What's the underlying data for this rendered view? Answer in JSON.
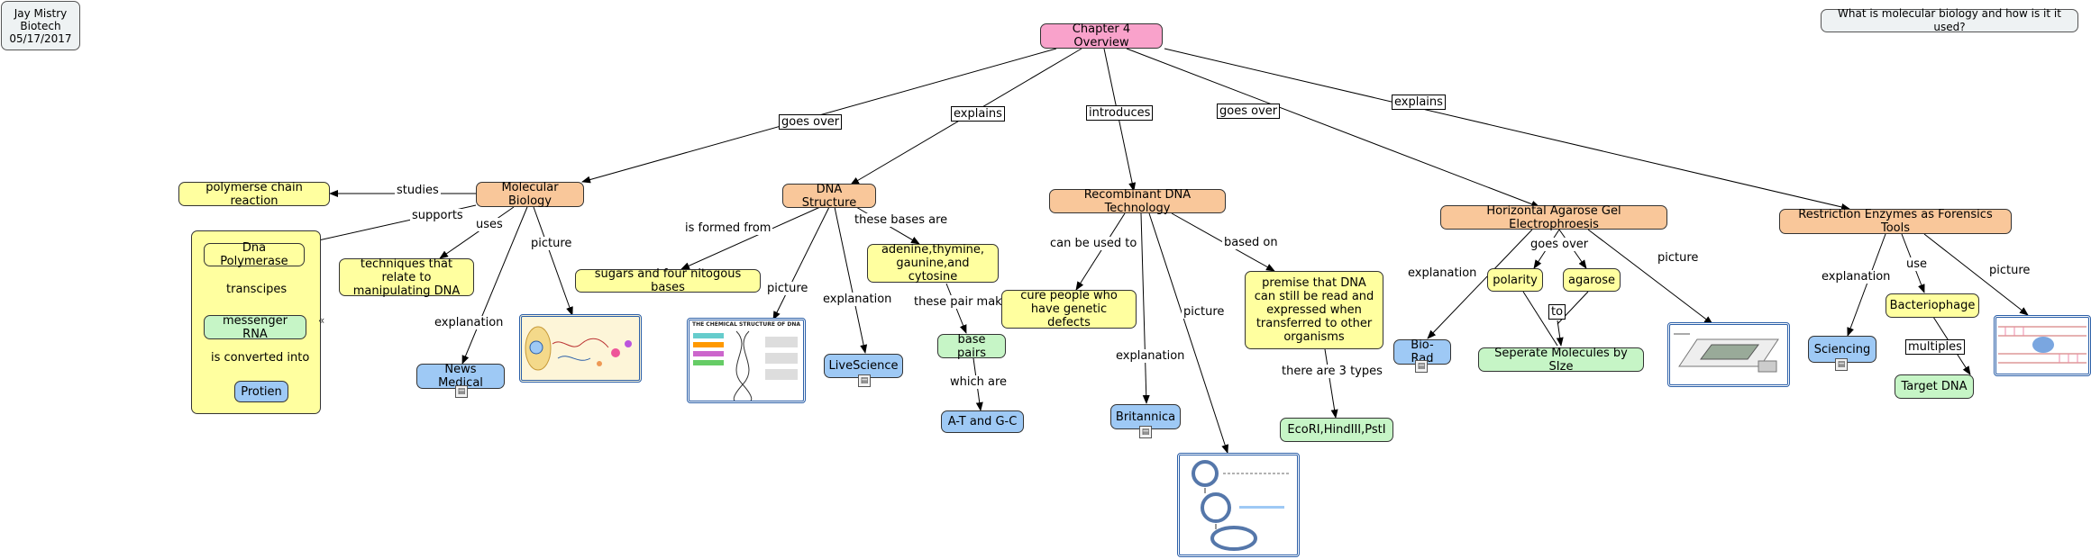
{
  "info": {
    "author": "Jay Mistry",
    "course": "Biotech",
    "date": "05/17/2017",
    "question": "What is molecular biology and how is it it used?"
  },
  "nodes": {
    "overview": "Chapter 4 Overview",
    "molbio": "Molecular Biology",
    "pcr": "polymerse chain reaction",
    "dnapol": "Dna Polymerase",
    "mrna": "messenger RNA",
    "protein": "Protien",
    "techniques": "techniques that relate to manipulating DNA",
    "newsmed": "News Medical",
    "dnastruct": "DNA Structure",
    "sugars": "sugars and four nitogous bases",
    "bases": "adenine,thymine, gaunine,and cytosine",
    "basepairs": "base pairs",
    "atgc": "A-T and G-C",
    "livescience": "LiveScience",
    "recomb": "Recombinant DNA Technology",
    "cure": "cure people who have genetic defects",
    "premise": "premise that DNA can still be read and expressed when transferred to other organisms",
    "ecori": "EcoRI,HindIII,PstI",
    "britannica": "Britannica",
    "agarose_gel": "Horizontal Agarose Gel Electrophroesis",
    "biorad": "Bio-Rad",
    "polarity": "polarity",
    "agarose": "agarose",
    "separate": "Seperate Molecules by SIze",
    "restriction": "Restriction Enzymes as Forensics Tools",
    "sciencing": "Sciencing",
    "bacteriophage": "Bacteriophage",
    "targetdna": "Target DNA"
  },
  "links": {
    "goes_over_1": "goes over",
    "explains_1": "explains",
    "introduces": "introduces",
    "goes_over_2": "goes over",
    "explains_2": "explains",
    "studies": "studies",
    "supports": "supports",
    "uses": "uses",
    "picture_mb": "picture",
    "explanation_mb": "explanation",
    "transcipes": "transcipes",
    "is_converted_into": "is converted into",
    "is_formed_from": "is formed from",
    "these_bases_are": "these bases are",
    "these_pair_make": "these pair make",
    "which_are": "which are",
    "picture_ds": "picture",
    "explanation_ds": "explanation",
    "can_be_used_to": "can be used to",
    "based_on": "based on",
    "explanation_rd": "explanation",
    "picture_rd": "picture",
    "there_are_3_types": "there are 3 types",
    "explanation_ag": "explanation",
    "goes_over_ag": "goes over",
    "picture_ag": "picture",
    "to": "to",
    "explanation_re": "explanation",
    "use": "use",
    "picture_re": "picture",
    "multiples": "multiples"
  },
  "thumbnails": {
    "dna_chart_title": "THE CHEMICAL STRUCTURE OF DNA"
  },
  "colors": {
    "pink": "#f9a2cb",
    "orange": "#f9c79a",
    "yellow": "#ffff9f",
    "green": "#c6f5c6",
    "blue": "#9ec9f5",
    "grey": "#eef2f3",
    "thumbnail_border": "#2b5fa8"
  }
}
